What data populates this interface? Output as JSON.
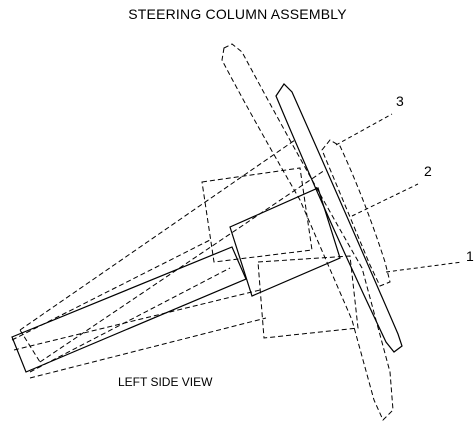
{
  "diagram": {
    "title": "STEERING COLUMN ASSEMBLY",
    "view_label": "LEFT SIDE VIEW",
    "callouts": [
      "3",
      "2",
      "1"
    ]
  }
}
